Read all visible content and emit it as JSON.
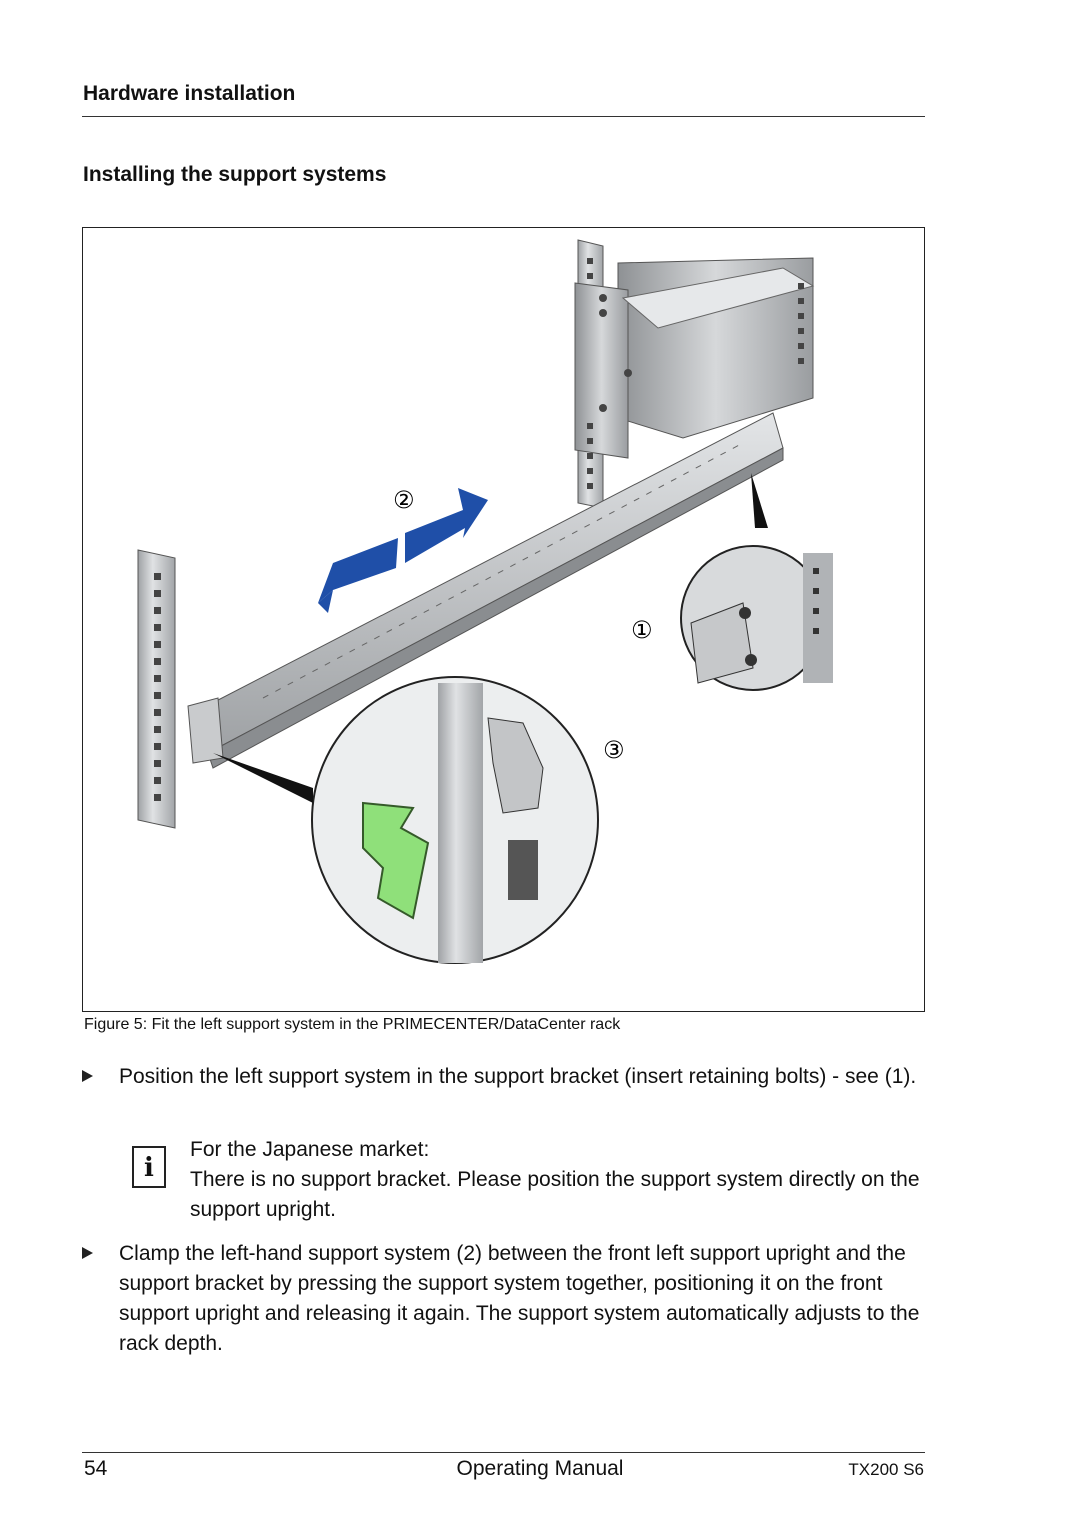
{
  "header": {
    "section_title": "Hardware installation",
    "subsection_title": "Installing the support systems"
  },
  "figure": {
    "caption": "Figure 5: Fit the left support system in the PRIMECENTER/DataCenter rack",
    "callouts": [
      "①",
      "②",
      "③"
    ],
    "colors": {
      "arrow_blue": "#1f4fa8",
      "clip_green": "#8fe07a",
      "metal": "#b9bcbf"
    }
  },
  "steps": [
    {
      "text": "Position the left support system in the support bracket (insert retaining bolts) - see (1)."
    },
    {
      "text": "Clamp the left-hand support system (2) between the front left support upright and the support bracket by pressing the support system together, positioning it on the front support upright and releasing it again. The support system automatically adjusts to the rack depth."
    }
  ],
  "info_note": {
    "icon": "i",
    "line1": "For the Japanese market:",
    "line2": "There is no support bracket. Please position the support system directly on the support upright."
  },
  "footer": {
    "page_number": "54",
    "center": "Operating Manual",
    "right": "TX200 S6"
  }
}
